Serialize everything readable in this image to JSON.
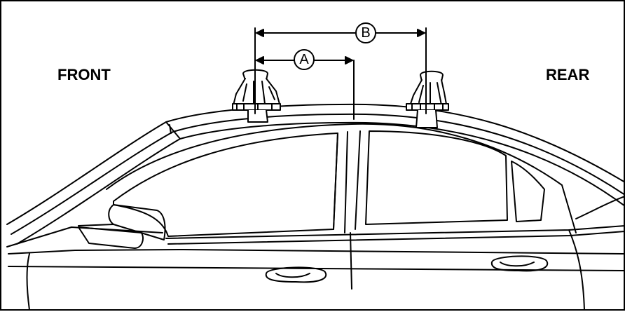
{
  "labels": {
    "front": "FRONT",
    "rear": "REAR",
    "dimension_a": "A",
    "dimension_b": "B"
  }
}
